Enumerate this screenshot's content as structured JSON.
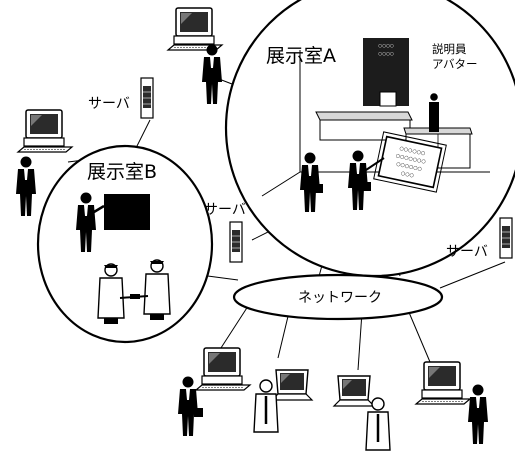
{
  "labels": {
    "room_a": "展示室A",
    "room_b": "展示室B",
    "network": "ネットワーク",
    "server": "サーバ",
    "guide_avatar": "説明員\nアバター"
  },
  "sign_text": {
    "poster_lines": [
      "○○○○",
      "○○○○"
    ],
    "board_lines": [
      "○○○○○○",
      "○○○○○○○",
      "○○○○○○",
      "○○○"
    ]
  },
  "colors": {
    "ink": "#000000",
    "paper": "#ffffff",
    "screen": "#2b2b2b",
    "shade": "#d8d8d8"
  }
}
